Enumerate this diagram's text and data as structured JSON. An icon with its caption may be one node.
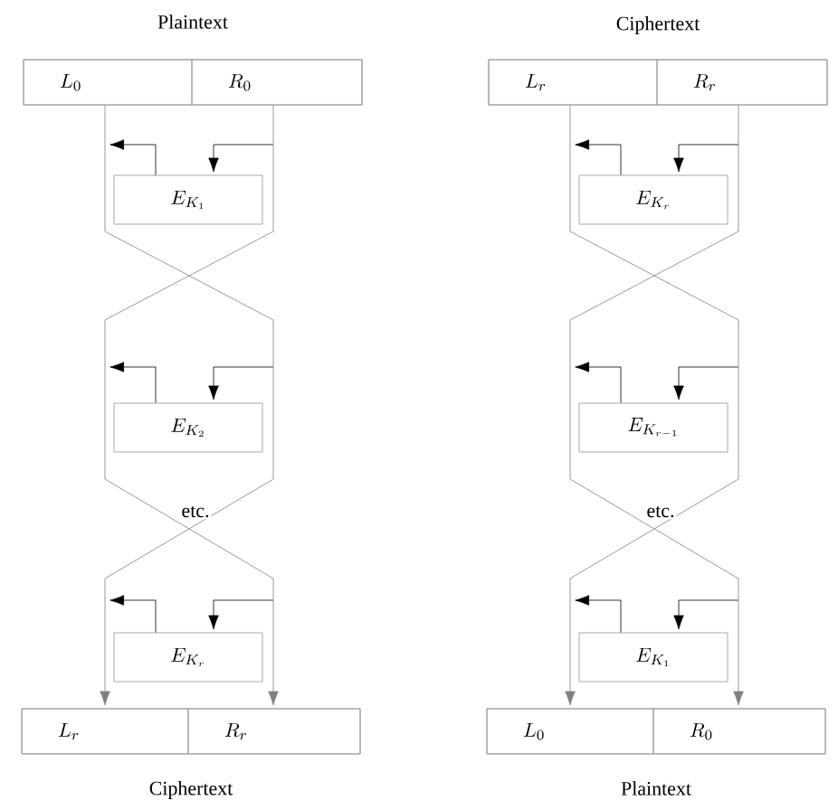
{
  "diagram": {
    "nodes": [
      {
        "text": [
          "Plaintext"
        ]
      },
      {
        "text": [
          "L_0"
        ],
        "in": 0
      },
      {
        "text": [
          "R_0"
        ],
        "in": 0
      },
      {
        "text": [
          "E_{K_1}"
        ]
      },
      {
        "text": [
          "E_{K_2}"
        ]
      },
      {
        "text": [
          "E_{K_r}"
        ]
      },
      {
        "text": [
          "Ciphertext"
        ]
      },
      {
        "text": [
          "L_r"
        ],
        "in": 6
      },
      {
        "text": [
          "R_r"
        ],
        "in": 6
      },
      {
        "text": [
          "Ciphertext"
        ]
      },
      {
        "text": [
          "L_r"
        ],
        "in": 9
      },
      {
        "text": [
          "R_r"
        ],
        "in": 9
      },
      {
        "text": [
          "E_{K_r}"
        ]
      },
      {
        "text": [
          "E_{K_{r-1}}"
        ]
      },
      {
        "text": [
          "E_{K_1}"
        ]
      },
      {
        "text": [
          "Plaintext"
        ]
      },
      {
        "text": [
          "L_0"
        ],
        "in": 15
      },
      {
        "text": [
          "R_0"
        ],
        "in": 15
      }
    ],
    "edges": [
      {
        "from": null,
        "to": 3,
        "arrow": "to"
      },
      {
        "from": 3,
        "to": null,
        "arrow": "to"
      },
      {
        "from": null,
        "to": 4,
        "arrow": "to"
      },
      {
        "from": 4,
        "to": null,
        "arrow": "to"
      },
      {
        "from": null,
        "to": 5,
        "arrow": "to"
      },
      {
        "from": 5,
        "to": null,
        "arrow": "to"
      },
      {
        "from": 1,
        "to": 7,
        "arrow": "to",
        "color": "#808080"
      },
      {
        "from": 2,
        "to": 8,
        "arrow": "to",
        "color": "#808080"
      },
      {
        "from": null,
        "to": 12,
        "arrow": "to"
      },
      {
        "from": 12,
        "to": null,
        "arrow": "to"
      },
      {
        "from": null,
        "to": 13,
        "arrow": "to"
      },
      {
        "from": 13,
        "to": null,
        "arrow": "to"
      },
      {
        "from": null,
        "to": 14,
        "arrow": "to"
      },
      {
        "from": 14,
        "to": null,
        "arrow": "to"
      },
      {
        "from": 10,
        "to": 16,
        "arrow": "to",
        "color": "#808080"
      },
      {
        "from": 11,
        "to": 17,
        "arrow": "to",
        "color": "#808080"
      }
    ],
    "labels": [
      "etc.",
      "etc."
    ]
  }
}
